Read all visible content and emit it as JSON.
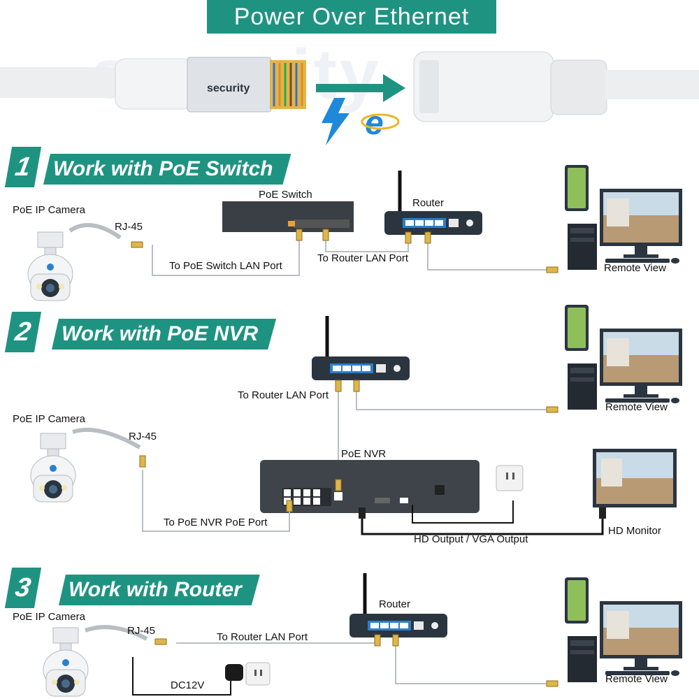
{
  "title": "Power Over Ethernet",
  "watermark": "security",
  "plug_brand": "security",
  "colors": {
    "teal": "#1f9381",
    "blue": "#1e88d9",
    "device_dark": "#2b3540",
    "port_blue": "#2a7fcc",
    "cable": "#b9bec4"
  },
  "sections": [
    {
      "number": "1",
      "heading": "Work with PoE Switch",
      "camera_label": "PoE IP Camera",
      "connector_label": "RJ-45",
      "switch_label": "PoE Switch",
      "router_label": "Router",
      "cable_to_switch": "To PoE Switch LAN Port",
      "cable_to_router": "To Router LAN Port",
      "remote_label": "Remote View"
    },
    {
      "number": "2",
      "heading": "Work with PoE NVR",
      "router_cable_label": "To Router LAN Port",
      "remote_label": "Remote View",
      "camera_label": "PoE IP Camera",
      "connector_label": "RJ-45",
      "nvr_label": "PoE NVR",
      "cable_to_nvr": "To PoE NVR PoE Port",
      "output_label": "HD Output / VGA Output",
      "monitor_label": "HD Monitor"
    },
    {
      "number": "3",
      "heading": "Work with Router",
      "camera_label": "PoE IP Camera",
      "router_label": "Router",
      "connector_label": "RJ-45",
      "cable_to_router": "To Router LAN Port",
      "power_label": "DC12V",
      "remote_label": "Remote View"
    }
  ]
}
